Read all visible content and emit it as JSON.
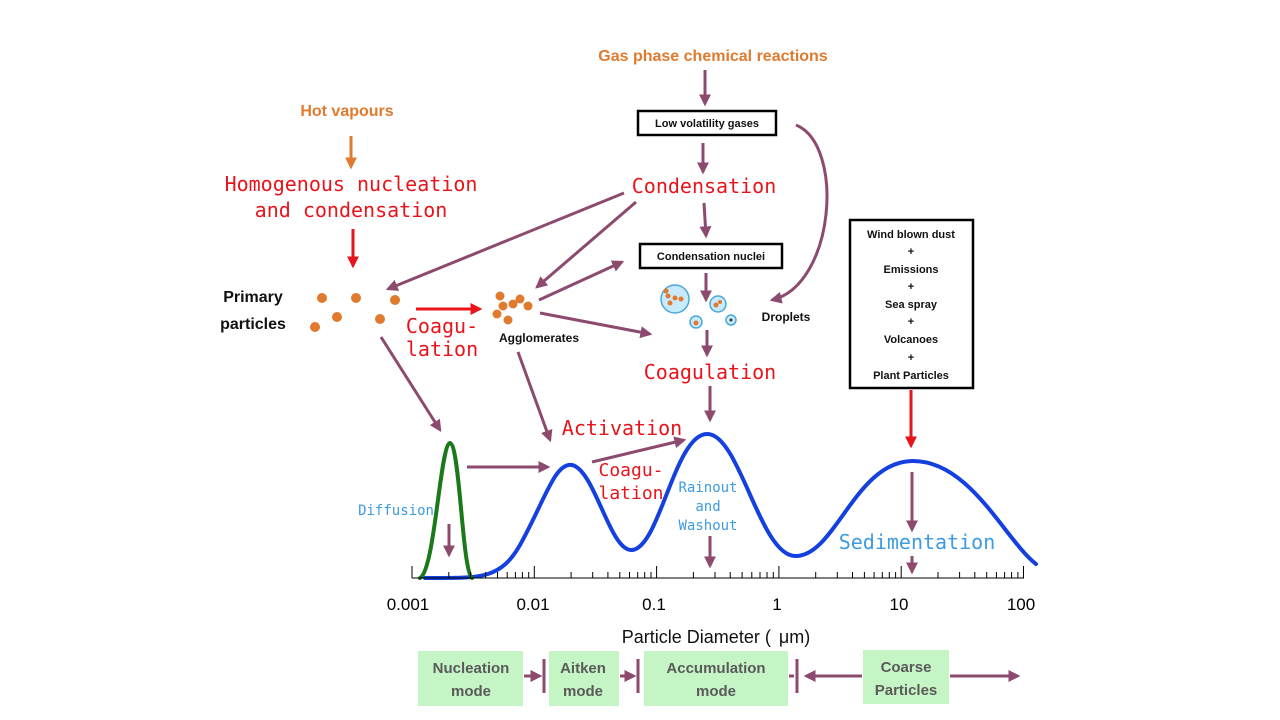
{
  "labels": {
    "gas_phase": "Gas phase chemical reactions",
    "hot_vapours": "Hot vapours",
    "low_volatility": "Low volatility gases",
    "homogenous_1": "Homogenous nucleation",
    "homogenous_2": "and condensation",
    "condensation": "Condensation",
    "condensation_nuclei": "Condensation nuclei",
    "primary_1": "Primary",
    "primary_2": "particles",
    "coagulation_left_1": "Coagu-",
    "coagulation_left_2": "lation",
    "agglomerates": "Agglomerates",
    "droplets": "Droplets",
    "coagulation_top": "Coagulation",
    "activation": "Activation",
    "coagulation_mid_1": "Coagu-",
    "coagulation_mid_2": "lation",
    "rainout_1": "Rainout",
    "rainout_2": "and",
    "rainout_3": "Washout",
    "diffusion": "Diffusion",
    "sedimentation": "Sedimentation",
    "sources": [
      "Wind blown dust",
      "+",
      "Emissions",
      "+",
      "Sea spray",
      "+",
      "Volcanoes",
      "+",
      "Plant Particles"
    ]
  },
  "axis": {
    "ticks": [
      "0.001",
      "0.01",
      "0.1",
      "1",
      "10",
      "100"
    ],
    "xlabel_pre": "Particle Diameter (",
    "xlabel_mu": "μ",
    "xlabel_post": "m)"
  },
  "modes": {
    "nucleation_1": "Nucleation",
    "nucleation_2": "mode",
    "aitken_1": "Aitken",
    "aitken_2": "mode",
    "accumulation_1": "Accumulation",
    "accumulation_2": "mode",
    "coarse_1": "Coarse",
    "coarse_2": "Particles"
  },
  "colors": {
    "curve_blue": "#1540e0",
    "curve_green": "#1a7a1a",
    "arrow_purple": "#8c4a6e",
    "accent_red": "#e8141c",
    "accent_orange": "#e07a2e",
    "text_blue": "#3d9be0",
    "mode_fill": "#c5f5c5"
  }
}
